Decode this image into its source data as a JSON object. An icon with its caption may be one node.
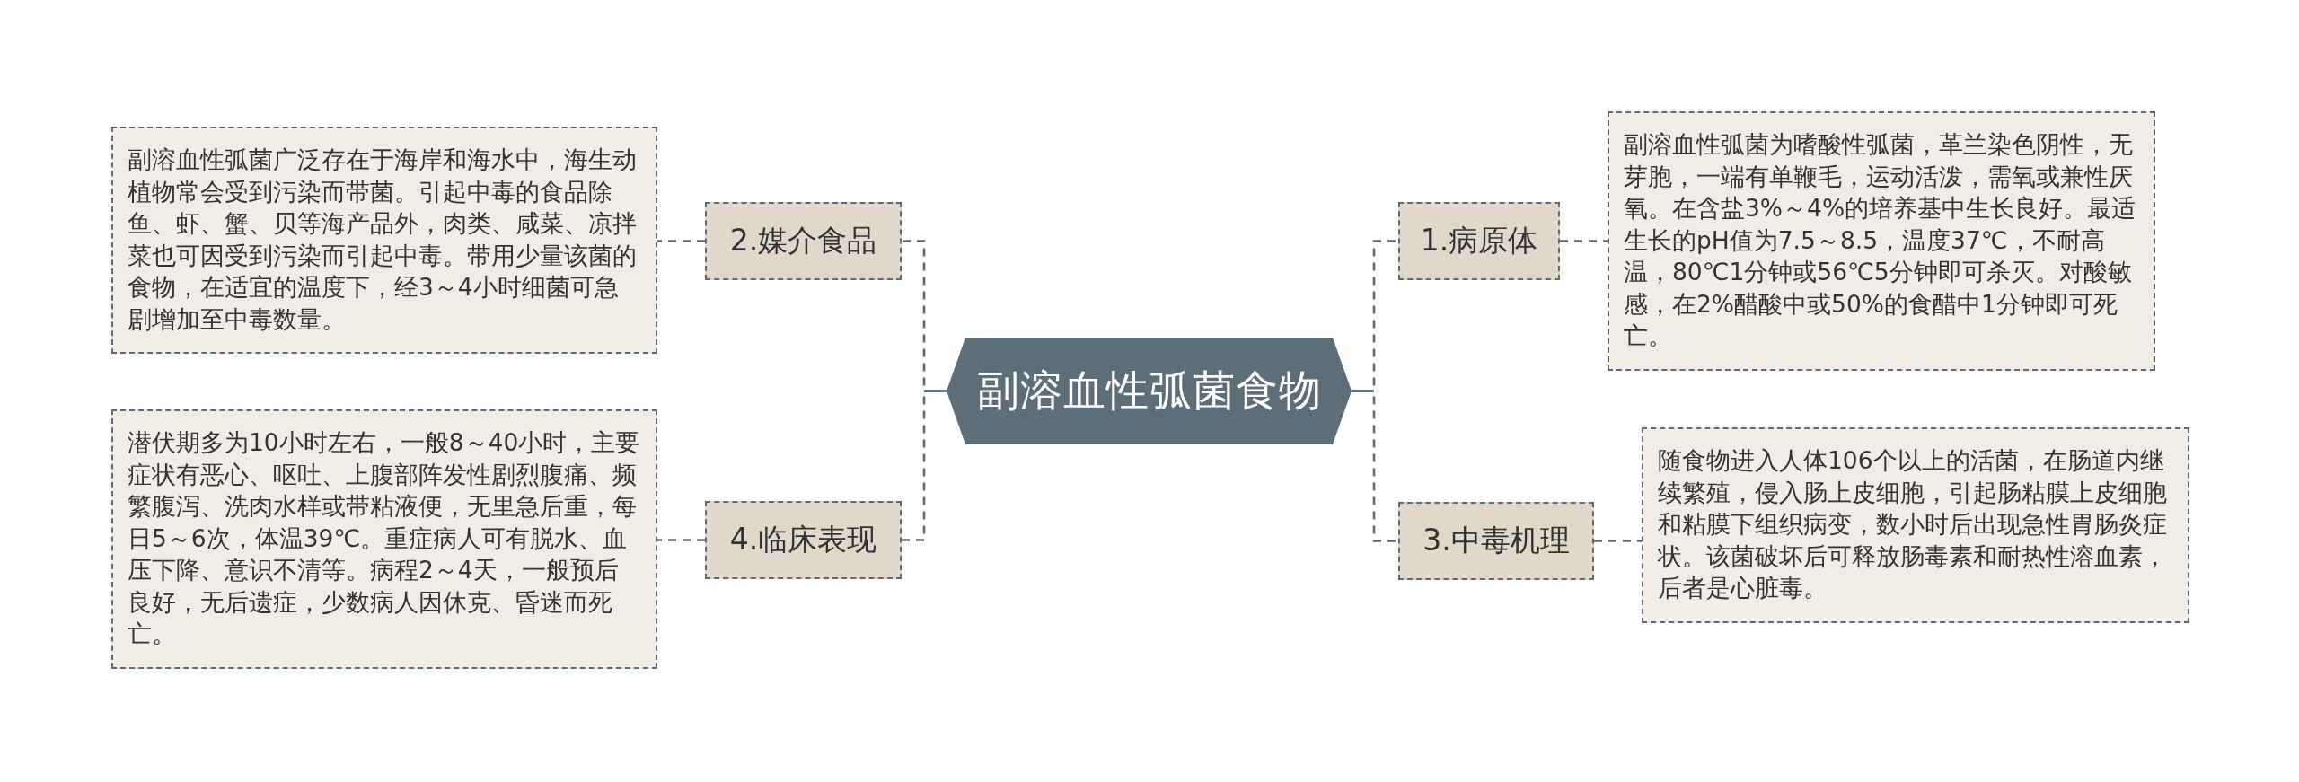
{
  "diagram": {
    "nodes": [
      {
        "text": [
          "副溶血性弧菌食物"
        ]
      },
      {
        "text": [
          "1.病原体"
        ]
      },
      {
        "text": [
          "副溶血性弧菌为嗜酸性弧菌，革兰染色阴性，无芽胞，一端有单鞭毛，运动活泼，需氧或兼性厌氧。在含盐3%～4%的培养基中生长良好。最适生长的pH值为7.5～8.5，温度37℃，不耐高温，80℃1分钟或56℃5分钟即可杀灭。对酸敏感，在2%醋酸中或50%的食醋中1分钟即可死亡。"
        ]
      },
      {
        "text": [
          "2.媒介食品"
        ]
      },
      {
        "text": [
          "副溶血性弧菌广泛存在于海岸和海水中，海生动植物常会受到污染而带菌。引起中毒的食品除鱼、虾、蟹、贝等海产品外，肉类、咸菜、凉拌菜也可因受到污染而引起中毒。带用少量该菌的食物，在适宜的温度下，经3～4小时细菌可急剧增加至中毒数量。"
        ]
      },
      {
        "text": [
          "3.中毒机理"
        ]
      },
      {
        "text": [
          "随食物进入人体106个以上的活菌，在肠道内继续繁殖，侵入肠上皮细胞，引起肠粘膜上皮细胞和粘膜下组织病变，数小时后出现急性胃肠炎症状。该菌破坏后可释放肠毒素和耐热性溶血素，后者是心脏毒。"
        ]
      },
      {
        "text": [
          "4.临床表现"
        ]
      },
      {
        "text": [
          "潜伏期多为10小时左右，一般8～40小时，主要症状有恶心、呕吐、上腹部阵发性剧烈腹痛、频繁腹泻、洗肉水样或带粘液便，无里急后重，每日5～6次，体温39℃。重症病人可有脱水、血压下降、意识不清等。病程2～4天，一般预后良好，无后遗症，少数病人因休克、昏迷而死亡。"
        ]
      }
    ],
    "edges": [
      {
        "from": 0,
        "to": 1,
        "arrow": "none",
        "style": "dashed"
      },
      {
        "from": 1,
        "to": 2,
        "arrow": "none",
        "style": "dashed"
      },
      {
        "from": 0,
        "to": 3,
        "arrow": "none",
        "style": "dashed"
      },
      {
        "from": 3,
        "to": 4,
        "arrow": "none",
        "style": "dashed"
      },
      {
        "from": 0,
        "to": 5,
        "arrow": "none",
        "style": "dashed"
      },
      {
        "from": 5,
        "to": 6,
        "arrow": "none",
        "style": "dashed"
      },
      {
        "from": 0,
        "to": 7,
        "arrow": "none",
        "style": "dashed"
      },
      {
        "from": 7,
        "to": 8,
        "arrow": "none",
        "style": "dashed"
      }
    ]
  }
}
